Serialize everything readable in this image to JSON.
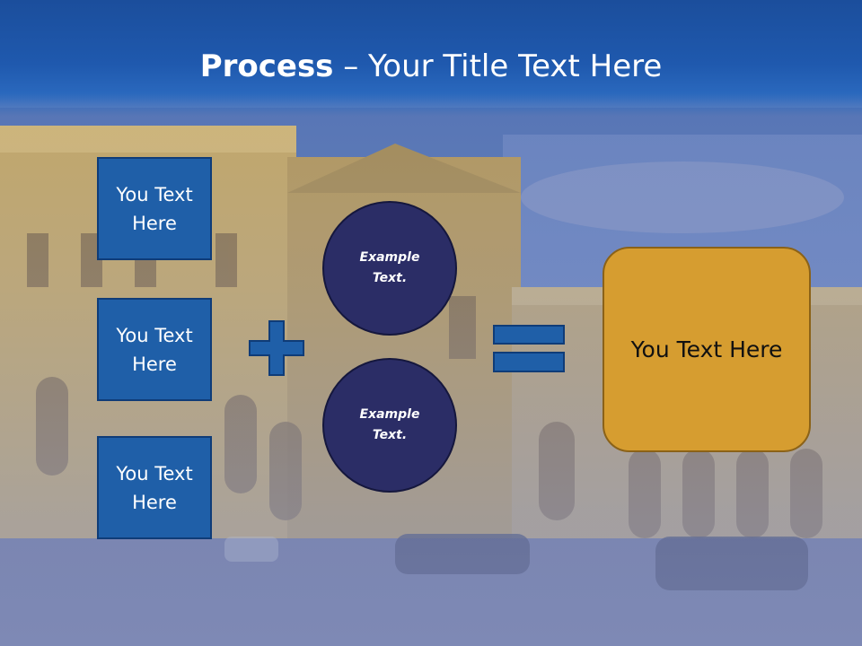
{
  "slide": {
    "title_bold": "Process",
    "title_rest": " – Your Title Text Here"
  },
  "inputs": [
    {
      "label": "You Text Here"
    },
    {
      "label": "You Text Here"
    },
    {
      "label": "You Text Here"
    }
  ],
  "operators": {
    "plus_icon": "plus-icon",
    "equals_icon": "equals-icon"
  },
  "circles": [
    {
      "label": "Example Text."
    },
    {
      "label": "Example Text."
    }
  ],
  "result": {
    "label": "You Text Here"
  },
  "colors": {
    "title_bar": "#1f59ae",
    "box_fill": "#1f5fa8",
    "circle_fill": "#2b2d66",
    "result_fill": "#d69d30"
  }
}
